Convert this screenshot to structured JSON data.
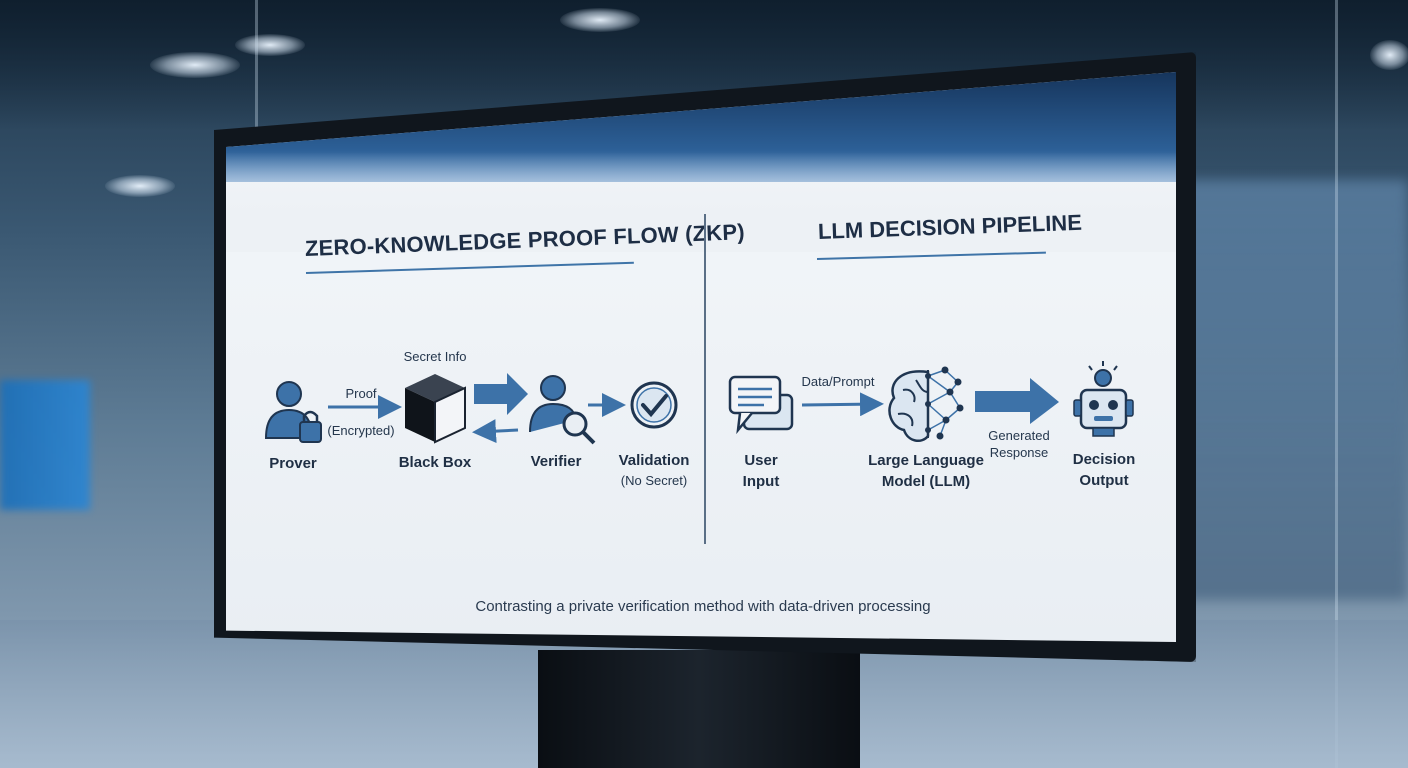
{
  "zkp": {
    "title": "ZERO-KNOWLEDGE PROOF FLOW (ZKP)",
    "secret_info": "Secret Info",
    "proof": "Proof",
    "encrypted": "(Encrypted)",
    "prover": "Prover",
    "black_box": "Black Box",
    "verifier": "Verifier",
    "validation": "Validation",
    "no_secret": "(No Secret)"
  },
  "llm": {
    "title": "LLM DECISION PIPELINE",
    "data_prompt": "Data/Prompt",
    "user_line1": "User",
    "user_line2": "Input",
    "model_line1": "Large Language",
    "model_line2": "Model (LLM)",
    "generated_line1": "Generated",
    "generated_line2": "Response",
    "decision_line1": "Decision",
    "decision_line2": "Output"
  },
  "caption": "Contrasting a private verification method with data-driven processing",
  "colors": {
    "icon_blue": "#3d72a8",
    "icon_dark": "#1f3550",
    "band_dark": "#16355c",
    "screen_bg": "#eef2f6"
  },
  "icons": [
    "user-lock-icon",
    "cube-icon",
    "user-search-icon",
    "check-circle-icon",
    "chat-bubbles-icon",
    "brain-network-icon",
    "robot-icon"
  ]
}
